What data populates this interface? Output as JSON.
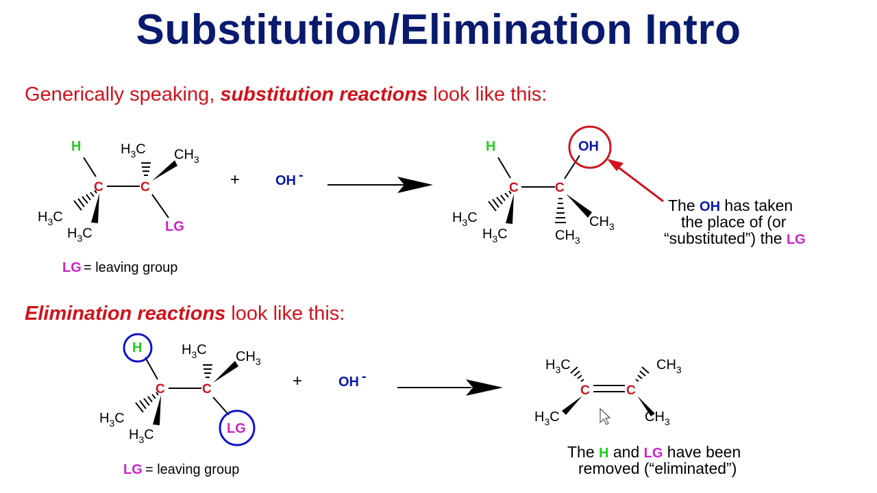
{
  "title": "Substitution/Elimination Intro",
  "substitution": {
    "heading_pre": "Generically speaking, ",
    "heading_em": "substitution reactions",
    "heading_post": " look like this:",
    "reactant": {
      "carbon_label": "C",
      "h_label": "H",
      "lg_label": "LG",
      "h3c": "H",
      "h3c_sub": "3",
      "h3c_c": "C",
      "ch3_c": "CH",
      "ch3_sub": "3"
    },
    "plus": "+",
    "reagent": "OH",
    "reagent_charge": "-",
    "product": {
      "oh_label": "OH"
    },
    "lg_note_label": "LG",
    "lg_note_text": " = leaving group",
    "callout": {
      "line1_pre": "The ",
      "line1_oh": "OH",
      "line1_post": " has taken",
      "line2": "the place of (or",
      "line3_pre": "“substituted”) the ",
      "line3_lg": "LG"
    }
  },
  "elimination": {
    "heading_em": "Elimination reactions",
    "heading_post": " look like this:",
    "plus": "+",
    "reagent": "OH",
    "reagent_charge": "-",
    "lg_note_label": "LG",
    "lg_note_text": " = leaving group",
    "caption": {
      "line1_pre": "The ",
      "line1_h": "H",
      "line1_mid": " and ",
      "line1_lg": "LG",
      "line1_post": " have been",
      "line2": "removed (“eliminated”)"
    }
  },
  "colors": {
    "title": "#0a1a6e",
    "heading": "#d0121b",
    "carbon": "#d0121b",
    "leaving_group": "#cc22cc",
    "hydrogen": "#22cc22",
    "hydroxide": "#0a18a8",
    "callout_circle": "#d0121b",
    "elim_circles": "#1010cc"
  },
  "icons": [
    "reaction-arrow-icon",
    "mouse-cursor-icon"
  ]
}
